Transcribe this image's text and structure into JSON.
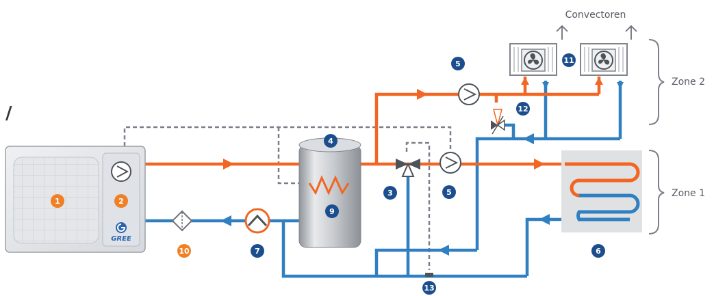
{
  "slash": "/",
  "convectors_label": "Convectoren",
  "zones": {
    "zone1": "Zone 1",
    "zone2": "Zone 2"
  },
  "brand": "GREE",
  "markers": {
    "m1": "1",
    "m2": "2",
    "m3": "3",
    "m4": "4",
    "m5a": "5",
    "m5b": "5",
    "m6": "6",
    "m7": "7",
    "m9": "9",
    "m10": "10",
    "m11": "11",
    "m12": "12",
    "m13": "13"
  },
  "colors": {
    "hot_pipe": "#f26522",
    "cold_pipe": "#2f7fc1",
    "marker_orange": "#f07f25",
    "marker_blue": "#1c4e8e",
    "control_line": "#7a8089"
  }
}
